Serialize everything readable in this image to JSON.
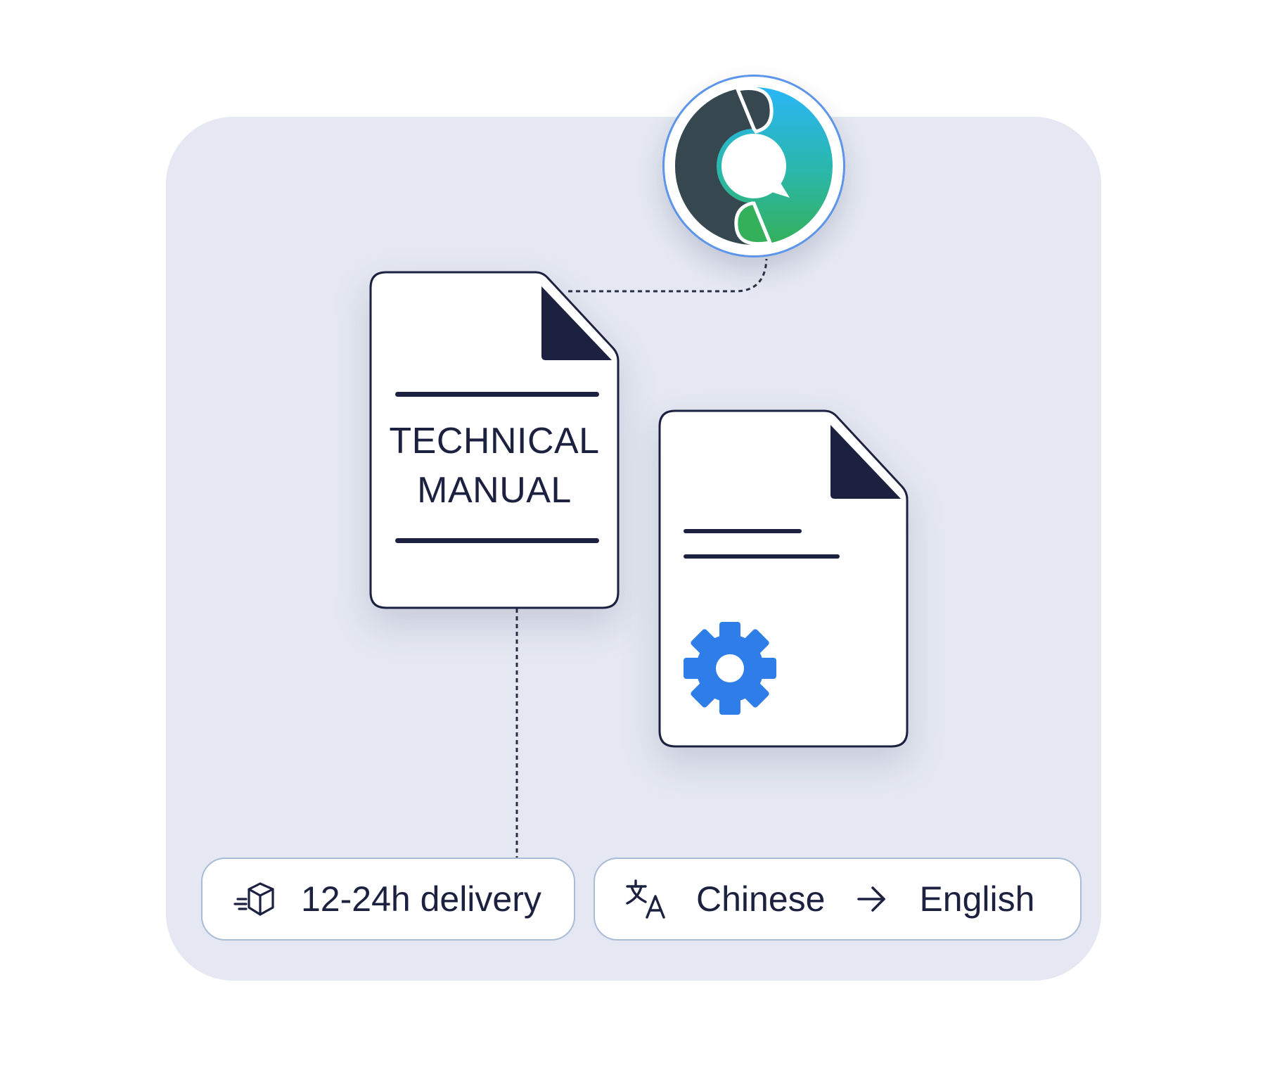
{
  "documents": {
    "source": {
      "title_line1": "TECHNICAL",
      "title_line2": "MANUAL"
    },
    "target": {
      "icon": "gear-icon"
    }
  },
  "logo": {
    "icon": "chat-bubble-ring-logo"
  },
  "badges": {
    "delivery": {
      "icon": "fast-delivery-box-icon",
      "label": "12-24h delivery"
    },
    "language": {
      "icon": "translate-icon",
      "source_language": "Chinese",
      "arrow_icon": "arrow-right-icon",
      "target_language": "English"
    }
  },
  "colors": {
    "panel_background": "#e5e8f2",
    "ink": "#1c2140",
    "accent_blue": "#2f7de8",
    "logo_dark": "#37474f",
    "logo_blue": "#29b6f6",
    "logo_green": "#34b05a",
    "logo_ring": "#5d95ea",
    "badge_border": "#a9bbd6"
  }
}
